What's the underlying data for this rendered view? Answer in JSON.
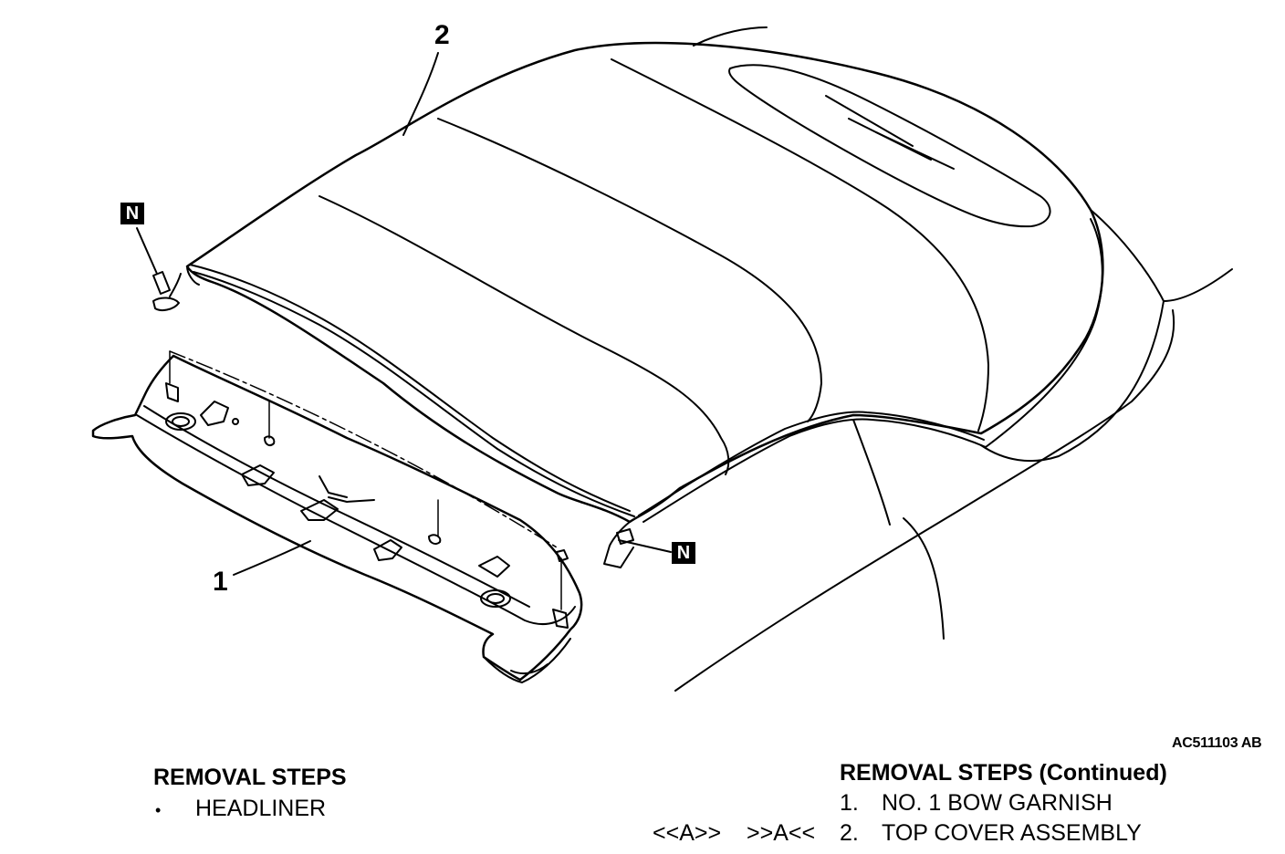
{
  "callouts": {
    "one": "1",
    "two": "2",
    "nut_left": "N",
    "nut_right": "N"
  },
  "figure_code": "AC511103 AB",
  "removal_steps": {
    "heading": "REMOVAL STEPS",
    "items": [
      {
        "marker": "•",
        "label": "HEADLINER"
      }
    ]
  },
  "removal_steps_continued": {
    "heading": "REMOVAL STEPS (Continued)",
    "items": [
      {
        "number": "1.",
        "label": "NO. 1 BOW GARNISH",
        "install_ref": "",
        "remove_ref": ""
      },
      {
        "number": "2.",
        "label": "TOP COVER ASSEMBLY",
        "install_ref": "<<A>>",
        "remove_ref": ">>A<<"
      }
    ]
  },
  "colors": {
    "line": "#000000",
    "background": "#ffffff",
    "badge_bg": "#000000",
    "badge_text": "#ffffff"
  }
}
